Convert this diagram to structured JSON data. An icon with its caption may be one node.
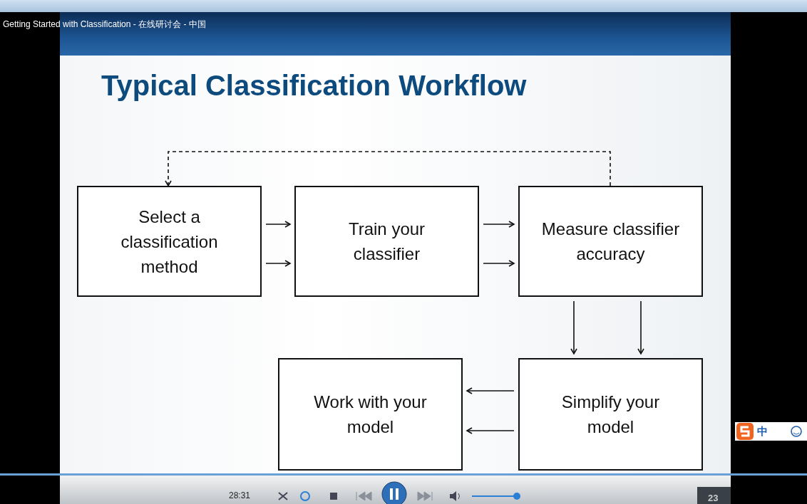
{
  "diagram": {
    "title": "Typical Classification Workflow",
    "nodes": [
      {
        "text": [
          "Select a classification method"
        ]
      },
      {
        "text": [
          "Train your classifier"
        ]
      },
      {
        "text": [
          "Measure classifier accuracy"
        ]
      },
      {
        "text": [
          "Work with your model"
        ]
      },
      {
        "text": [
          "Simplify your model"
        ]
      }
    ],
    "edges": [
      {
        "from": 0,
        "to": 1,
        "arrow": "to"
      },
      {
        "from": 0,
        "to": 1,
        "arrow": "to"
      },
      {
        "from": 1,
        "to": 2,
        "arrow": "to"
      },
      {
        "from": 1,
        "to": 2,
        "arrow": "to"
      },
      {
        "from": 2,
        "to": 4,
        "arrow": "to"
      },
      {
        "from": 2,
        "to": 4,
        "arrow": "to"
      },
      {
        "from": 4,
        "to": 3,
        "arrow": "to"
      },
      {
        "from": 4,
        "to": 3,
        "arrow": "to"
      },
      {
        "from": 2,
        "to": 0,
        "arrow": "to",
        "style": "dashed"
      }
    ],
    "labels": [
      "Getting Started with Classification - 在线研讨会 - 中国",
      "28:31",
      "23",
      "中"
    ]
  }
}
